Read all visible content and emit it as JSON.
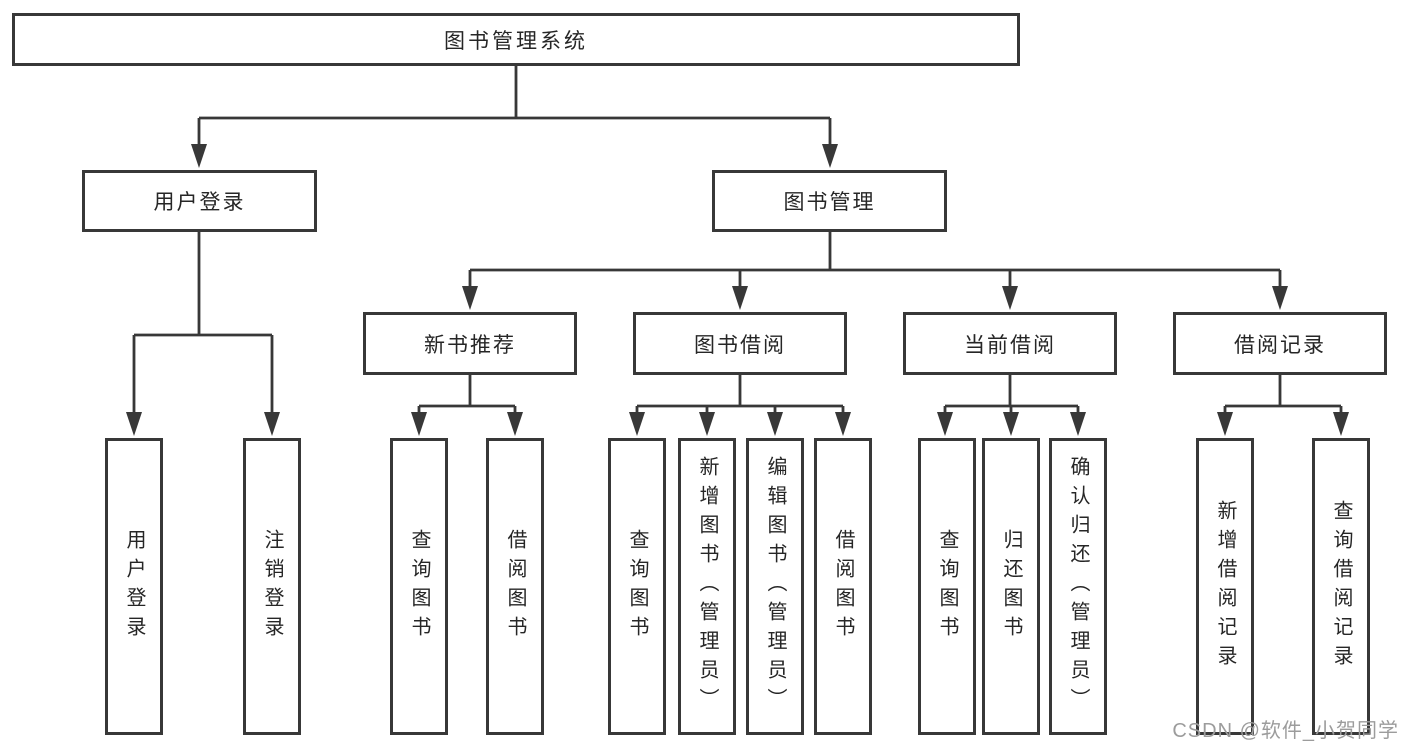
{
  "diagram": {
    "title": "图书管理系统",
    "root": {
      "label": "图书管理系统"
    },
    "level2": [
      {
        "label": "用户登录"
      },
      {
        "label": "图书管理"
      }
    ],
    "level3": [
      {
        "label": "新书推荐",
        "parent": "图书管理"
      },
      {
        "label": "图书借阅",
        "parent": "图书管理"
      },
      {
        "label": "当前借阅",
        "parent": "图书管理"
      },
      {
        "label": "借阅记录",
        "parent": "图书管理"
      }
    ],
    "leaves": [
      {
        "label": "用户登录",
        "parent": "用户登录"
      },
      {
        "label": "注销登录",
        "parent": "用户登录"
      },
      {
        "label": "查询图书",
        "parent": "新书推荐"
      },
      {
        "label": "借阅图书",
        "parent": "新书推荐"
      },
      {
        "label": "查询图书",
        "parent": "图书借阅"
      },
      {
        "label": "新增图书（管理员）",
        "parent": "图书借阅"
      },
      {
        "label": "编辑图书（管理员）",
        "parent": "图书借阅"
      },
      {
        "label": "借阅图书",
        "parent": "图书借阅"
      },
      {
        "label": "查询图书",
        "parent": "当前借阅"
      },
      {
        "label": "归还图书",
        "parent": "当前借阅"
      },
      {
        "label": "确认归还（管理员）",
        "parent": "当前借阅"
      },
      {
        "label": "新增借阅记录",
        "parent": "借阅记录"
      },
      {
        "label": "查询借阅记录",
        "parent": "借阅记录"
      }
    ]
  },
  "watermark": {
    "text": "CSDN @软件_小贺同学"
  },
  "colors": {
    "line": "#383838",
    "text": "#262626",
    "watermark": "#9c9c9c",
    "background": "#ffffff"
  }
}
